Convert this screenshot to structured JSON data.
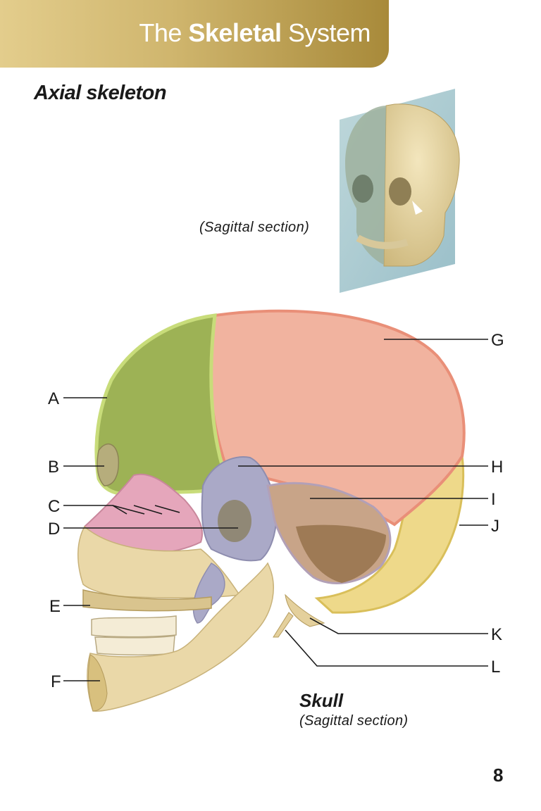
{
  "header": {
    "title_prefix": "The ",
    "title_bold": "Skeletal",
    "title_suffix": " System"
  },
  "heading": "Axial skeleton",
  "inset": {
    "caption": "(Sagittal section)"
  },
  "figure": {
    "title": "Skull",
    "subtitle": "(Sagittal section)",
    "labels": [
      "A",
      "B",
      "C",
      "D",
      "E",
      "F",
      "G",
      "H",
      "I",
      "J",
      "K",
      "L"
    ]
  },
  "page_number": "8",
  "colors": {
    "banner_gold": "#cfb56d",
    "frontal_green": "#9bb04f",
    "parietal_pink": "#eba38e",
    "occipital_yellow": "#e9d27a",
    "ethmoid_pink": "#e4a7b8",
    "sphenoid_blue": "#a9a8c6",
    "bone_beige": "#e8d7a6"
  }
}
